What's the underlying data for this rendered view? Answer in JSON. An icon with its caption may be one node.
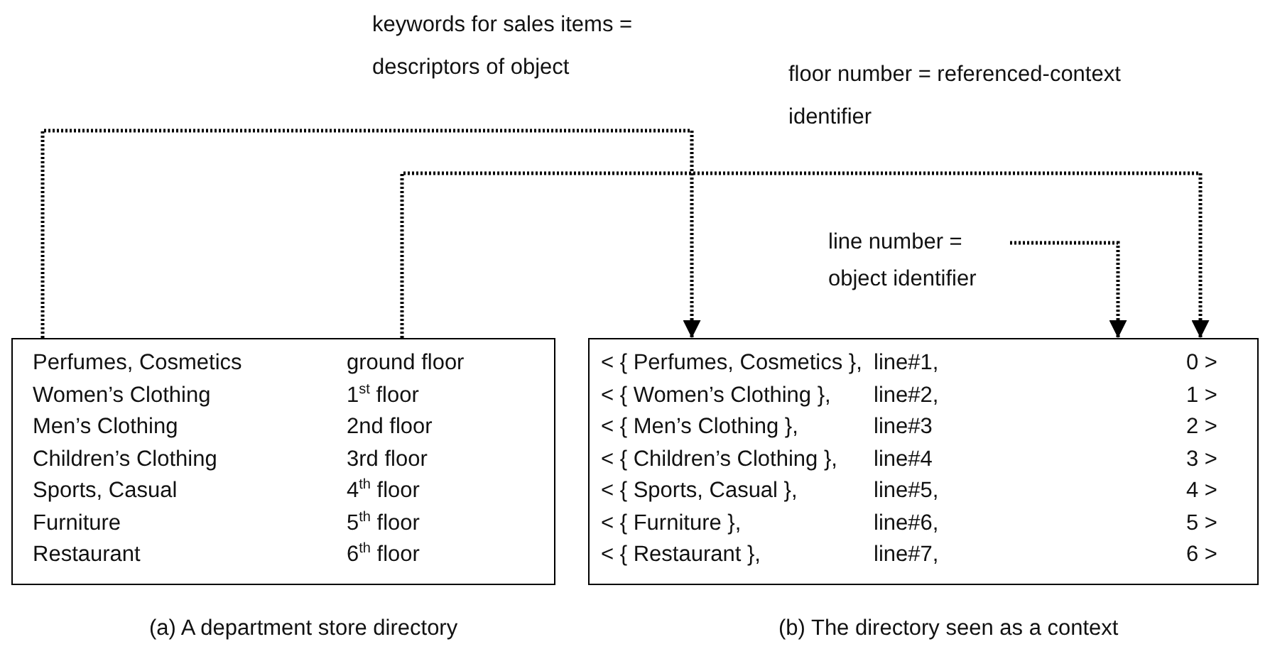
{
  "diagram": {
    "nodes": [
      {
        "text": [
          "Perfumes, Cosmetics",
          "ground floor",
          "Women’s Clothing",
          "1$^{st}$ floor",
          "Men’s Clothing",
          "2nd floor",
          "Children’s Clothing",
          "3rd floor",
          "Sports, Casual",
          "4$^{th}$ floor",
          "Furniture",
          "5$^{th}$ floor",
          "Restaurant",
          "6$^{th}$ floor"
        ]
      },
      {
        "text": [
          "< { Perfumes, Cosmetics },",
          "line#1,",
          "0 >",
          "< { Women’s Clothing },",
          "line#2,",
          "1 >",
          "< { Men’s Clothing },",
          "line#3",
          "2 >",
          "< { Children’s Clothing },",
          "line#4",
          "3 >",
          "< { Sports, Casual },",
          "line#5,",
          "4 >",
          "< { Furniture },",
          "line#6,",
          "5 >",
          "< { Restaurant },",
          "line#7,",
          "6 >"
        ]
      },
      {
        "text": [
          "line number = object identifier"
        ]
      }
    ],
    "edges": [
      {
        "from": 0,
        "to": 1,
        "arrow": "to",
        "label": "keywords for sales items = descriptors of object"
      },
      {
        "from": 0,
        "to": 1,
        "arrow": "to",
        "label": "floor number = referenced-context identifier"
      },
      {
        "from": 2,
        "to": 1,
        "arrow": "to"
      }
    ],
    "labels": [
      "(a) A department store directory",
      "(b) The directory seen as a context"
    ]
  }
}
